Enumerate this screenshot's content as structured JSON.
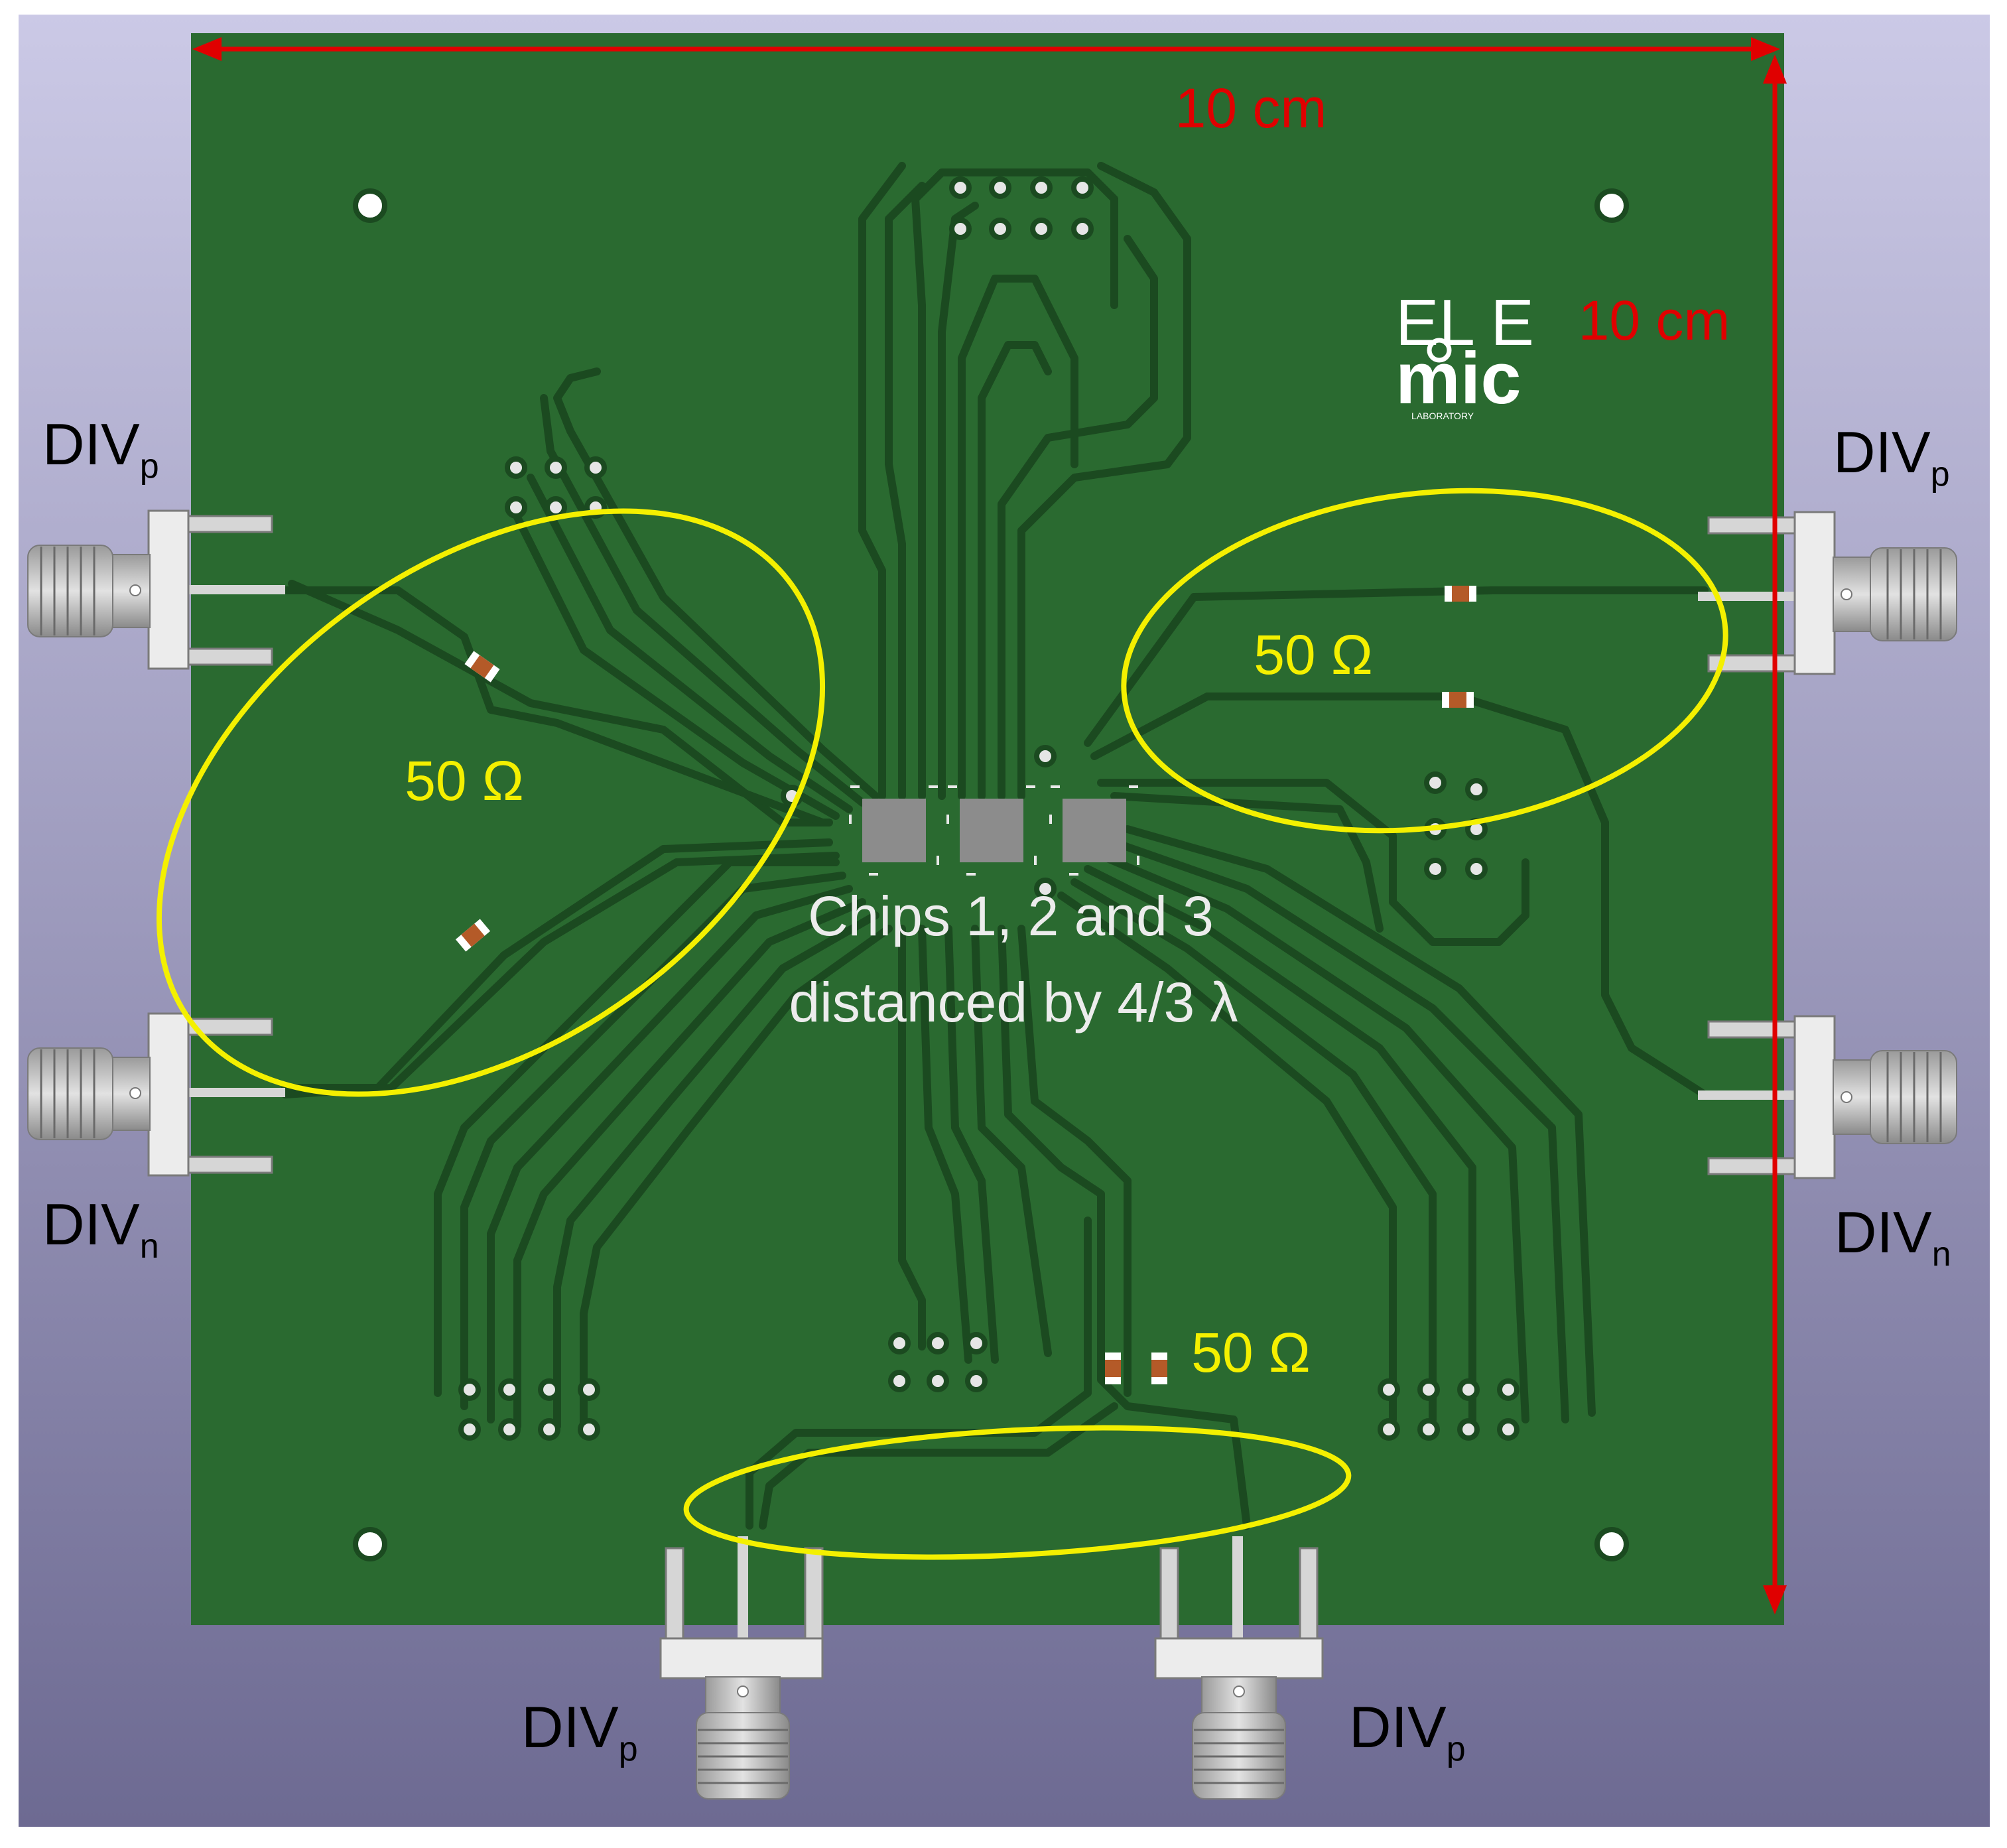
{
  "dimension_labels": {
    "width": "10 cm",
    "height": "10 cm"
  },
  "logo": {
    "line1": "EL  E",
    "line2": "mic",
    "line3": "LABORATORY"
  },
  "impedance_labels": {
    "left": "50 Ω",
    "right": "50 Ω",
    "bottom": "50 Ω"
  },
  "chips_caption": {
    "line1": "Chips 1, 2 and 3",
    "line2": "distanced by 4/3 λ"
  },
  "ports": {
    "left_top": {
      "base": "DIV",
      "sub": "p"
    },
    "left_bottom": {
      "base": "DIV",
      "sub": "n"
    },
    "right_top": {
      "base": "DIV",
      "sub": "p"
    },
    "right_bottom": {
      "base": "DIV",
      "sub": "n"
    },
    "bottom_left": {
      "base": "DIV",
      "sub": "p"
    },
    "bottom_right": {
      "base": "DIV",
      "sub": "p"
    }
  },
  "colors": {
    "board": "#2a6a30",
    "trace": "#1b4a20",
    "dimension": "#e00000",
    "highlight": "#f4f000",
    "chip": "#8c8c8c",
    "background_top": "#cbc9e6",
    "background_bottom": "#6d6a92"
  }
}
